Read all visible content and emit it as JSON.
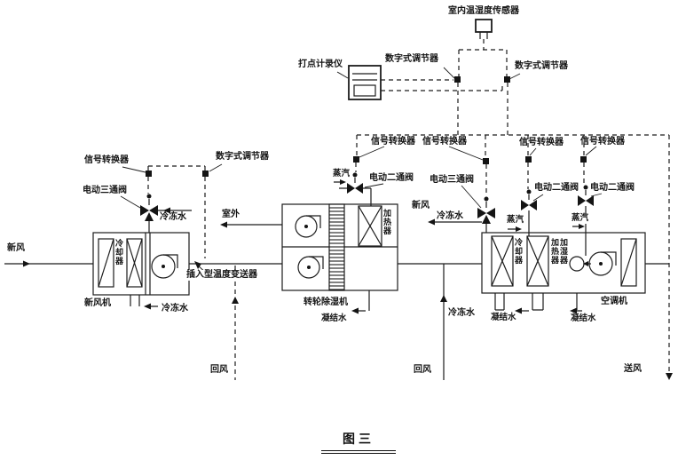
{
  "figure": {
    "caption": "图三"
  },
  "control": {
    "room_sensor": "室内温湿度传感器",
    "recorder": "打点计录仪",
    "digital_regulators": [
      "数字式调节器",
      "数字式调节器",
      "数字式调节器"
    ],
    "signal_converters": [
      "信号转换器",
      "信号转换器",
      "信号转换器",
      "信号转换器",
      "信号转换器"
    ],
    "insert_transmitter": "插入型温度变送器"
  },
  "valves": {
    "three_way_left": "电动三通阀",
    "two_way_mid": "电动二通阀",
    "three_way_right": "电动三通阀",
    "two_way_right_1": "电动二通阀",
    "two_way_right_2": "电动二通阀"
  },
  "units": {
    "fresh_air_unit": "新风机",
    "rotary_dehumidifier": "转轮除湿机",
    "air_handling_unit": "空调机",
    "components": {
      "cooler_left": "冷却器",
      "heater_mid": "加热器",
      "cooler_right": "冷却器",
      "heater_right": "加热器",
      "humidifier_right": "加湿器"
    }
  },
  "flows": {
    "fresh_air_in": "新风",
    "fresh_air_mid": "新风",
    "outdoor": "室外",
    "return_air_left": "回风",
    "return_air_right": "回风",
    "supply_air": "送风",
    "steam_mid": "蒸汽",
    "steam_right_1": "蒸汽",
    "steam_right_2": "蒸汽",
    "chilled_water_left_top": "冷冻水",
    "chilled_water_left_bottom": "冷冻水",
    "chilled_water_right_top": "冷冻水",
    "chilled_water_right_bottom": "冷冻水",
    "condensate_mid": "凝结水",
    "condensate_right_1": "凝结水",
    "condensate_right_2": "凝结水"
  },
  "colors": {
    "ink": "#1c1c1c",
    "background": "#ffffff"
  }
}
